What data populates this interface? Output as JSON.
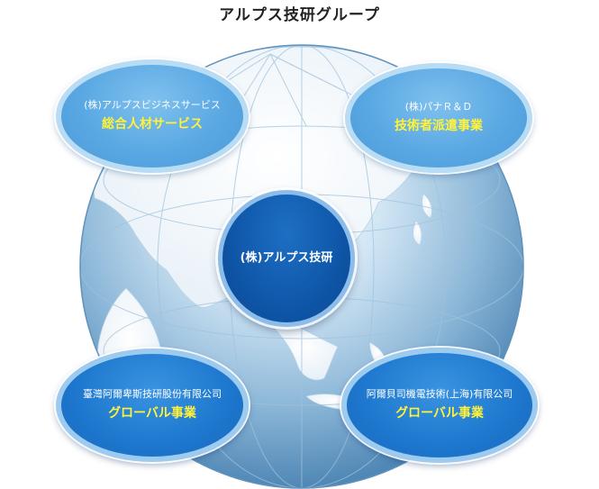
{
  "title": "アルプス技研グループ",
  "center": {
    "company": "(株)アルプス技研"
  },
  "nodes": {
    "top_left": {
      "company": "(株)アルプスビジネスサービス",
      "business": "総合人材サービス"
    },
    "top_right": {
      "company": "(株)パナＲ＆Ｄ",
      "business": "技術者派遣事業"
    },
    "bottom_left": {
      "company": "臺灣阿爾卑斯技研股份有限公司",
      "business": "グローバル事業"
    },
    "bottom_right": {
      "company": "阿爾貝司機電技術(上海)有限公司",
      "business": "グローバル事業"
    }
  },
  "colors": {
    "business_text": "#fff23a",
    "company_text": "#ffffff",
    "title_text": "#222222"
  }
}
